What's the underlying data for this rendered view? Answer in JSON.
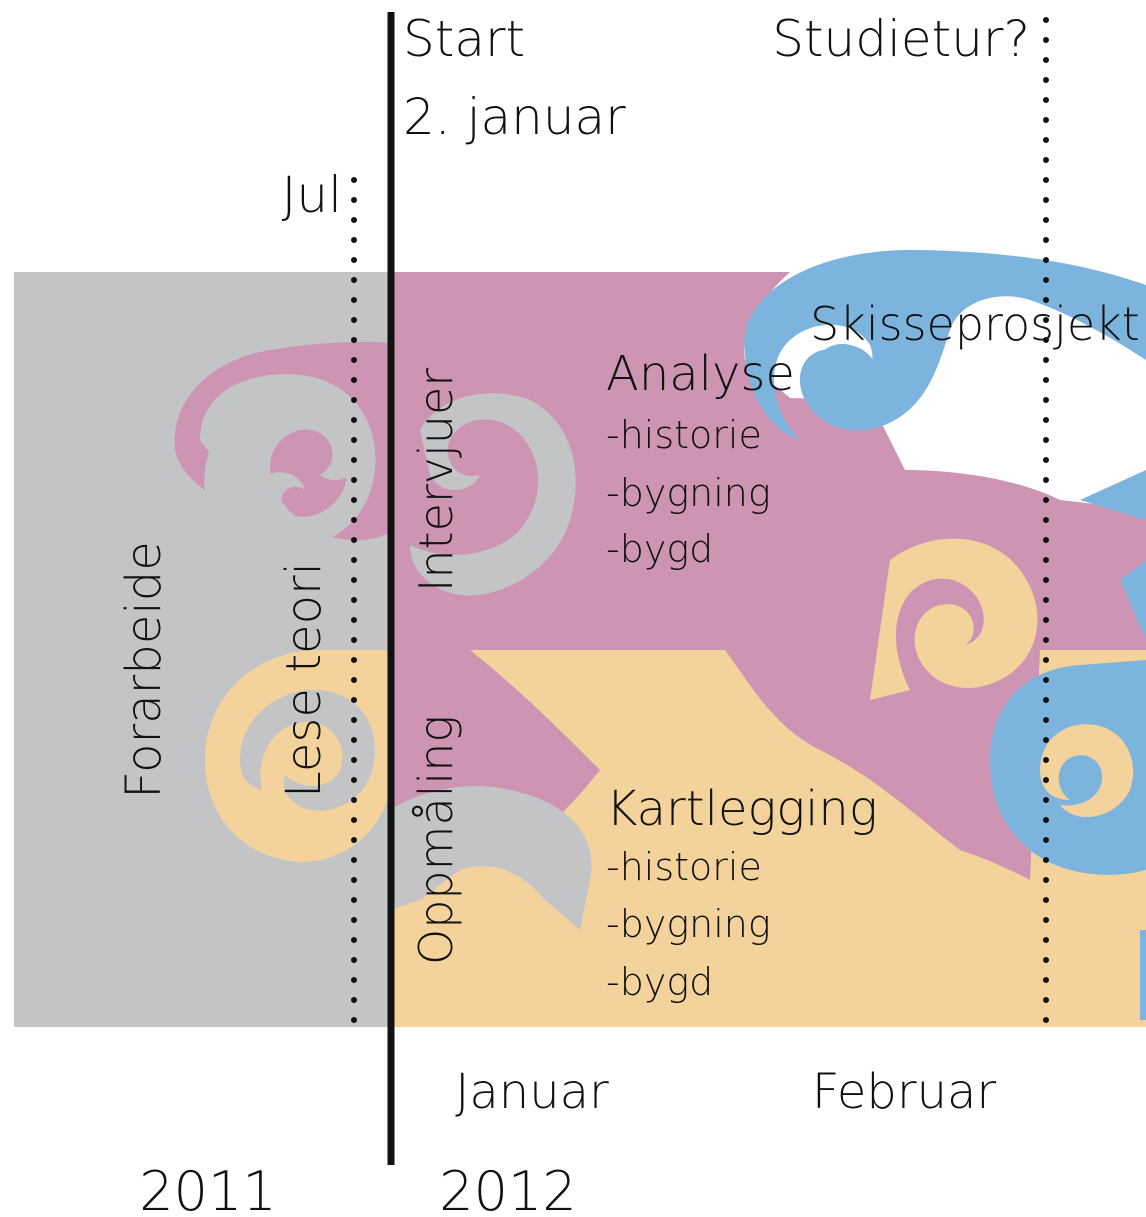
{
  "milestones": {
    "start_line1": "Start",
    "start_line2": "2. januar",
    "study_trip": "Studietur?",
    "july": "Jul"
  },
  "phases": {
    "preparation": "Forarbeide",
    "read_theory": "Lese teori",
    "interviews": "Intervjuer",
    "survey": "Oppmåling",
    "sketch_project": "Skisseprosjekt"
  },
  "analysis": {
    "title": "Analyse",
    "items": [
      "-historie",
      "-bygning",
      "-bygd"
    ]
  },
  "mapping": {
    "title": "Kartlegging",
    "items": [
      "-historie",
      "-bygning",
      "-bygd"
    ]
  },
  "months": {
    "january": "Januar",
    "february": "Februar"
  },
  "years": {
    "y2011": "2011",
    "y2012": "2012"
  },
  "colors": {
    "preparation_gray": "#c3c4c6",
    "analysis_pink": "#cd95b3",
    "mapping_yellow": "#f3d39b",
    "sketch_blue": "#7db4de",
    "ink": "#111111"
  }
}
